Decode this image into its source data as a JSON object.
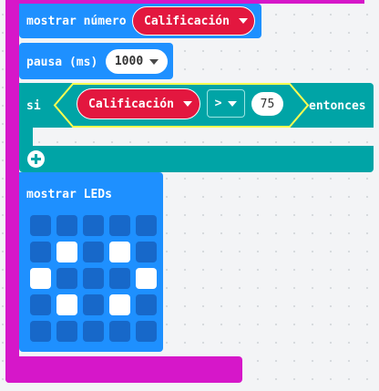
{
  "show_number": {
    "label": "mostrar número",
    "variable": "Calificación"
  },
  "pause": {
    "label": "pausa (ms)",
    "value": "1000"
  },
  "if_block": {
    "keyword": "si",
    "variable": "Calificación",
    "operator": ">",
    "value": "75",
    "then_label": "entonces"
  },
  "show_leds": {
    "label": "mostrar LEDs",
    "grid": [
      [
        0,
        0,
        0,
        0,
        0
      ],
      [
        0,
        1,
        0,
        1,
        0
      ],
      [
        1,
        0,
        0,
        0,
        1
      ],
      [
        0,
        1,
        0,
        1,
        0
      ],
      [
        0,
        0,
        0,
        0,
        0
      ]
    ]
  },
  "colors": {
    "loop": "#d617c9",
    "basic": "#1e90ff",
    "logic": "#00a4a6",
    "variable": "#e3173f",
    "condition_outline": "#ffff50"
  }
}
